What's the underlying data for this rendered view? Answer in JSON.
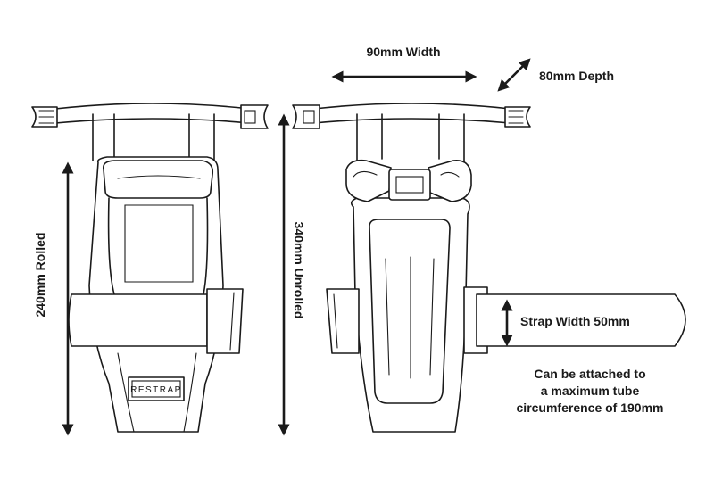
{
  "dimensions": {
    "width_label": "90mm Width",
    "depth_label": "80mm Depth",
    "rolled_label": "240mm Rolled",
    "unrolled_label": "340mm Unrolled",
    "strap_width_label": "Strap Width 50mm"
  },
  "note": {
    "line1": "Can be attached to",
    "line2": "a maximum tube",
    "line3": "circumference of 190mm"
  },
  "brand": {
    "logo_text": "RESTRAP"
  },
  "colors": {
    "line": "#1a1a1a",
    "background": "#ffffff"
  }
}
